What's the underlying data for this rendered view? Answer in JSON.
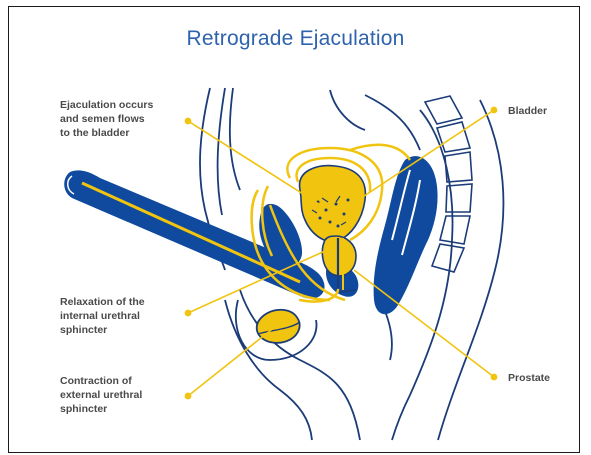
{
  "title": "Retrograde Ejaculation",
  "labels": {
    "ejaculation": "Ejaculation occurs\nand semen flows\nto the bladder",
    "bladder": "Bladder",
    "relaxation": "Relaxation of the\ninternal urethral\nsphincter",
    "contraction": "Contraction of\nexternal urethral\nsphincter",
    "prostate": "Prostate"
  },
  "colors": {
    "title": "#2f63ad",
    "organ_blue": "#0f4a9e",
    "outline": "#1b3c78",
    "highlight_yellow": "#f1c40f",
    "label_text": "#4a4a4a"
  }
}
